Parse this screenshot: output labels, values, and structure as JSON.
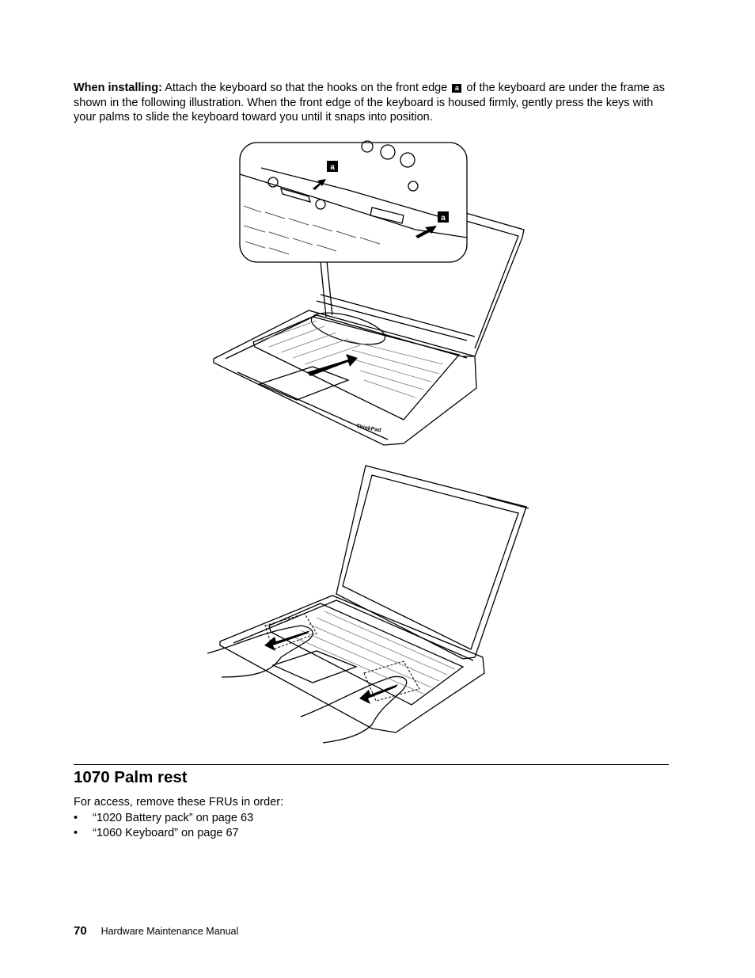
{
  "intro": {
    "lead": "When installing:",
    "text_before": "Attach the keyboard so that the hooks on the front edge",
    "callout": "a",
    "text_after": "of the keyboard are under the frame as shown in the following illustration. When the front edge of the keyboard is housed firmly, gently press the keys with your palms to slide the keyboard toward you until it snaps into position."
  },
  "figure1": {
    "callout_1": "a",
    "callout_2": "a",
    "brand": "ThinkPad"
  },
  "section": {
    "title": "1070 Palm rest",
    "access_text": "For access, remove these FRUs in order:",
    "items": [
      {
        "bullet": "•",
        "text": "“1020 Battery pack” on page 63"
      },
      {
        "bullet": "•",
        "text": "“1060 Keyboard” on page 67"
      }
    ]
  },
  "footer": {
    "page_number": "70",
    "book_title": "Hardware Maintenance Manual"
  }
}
